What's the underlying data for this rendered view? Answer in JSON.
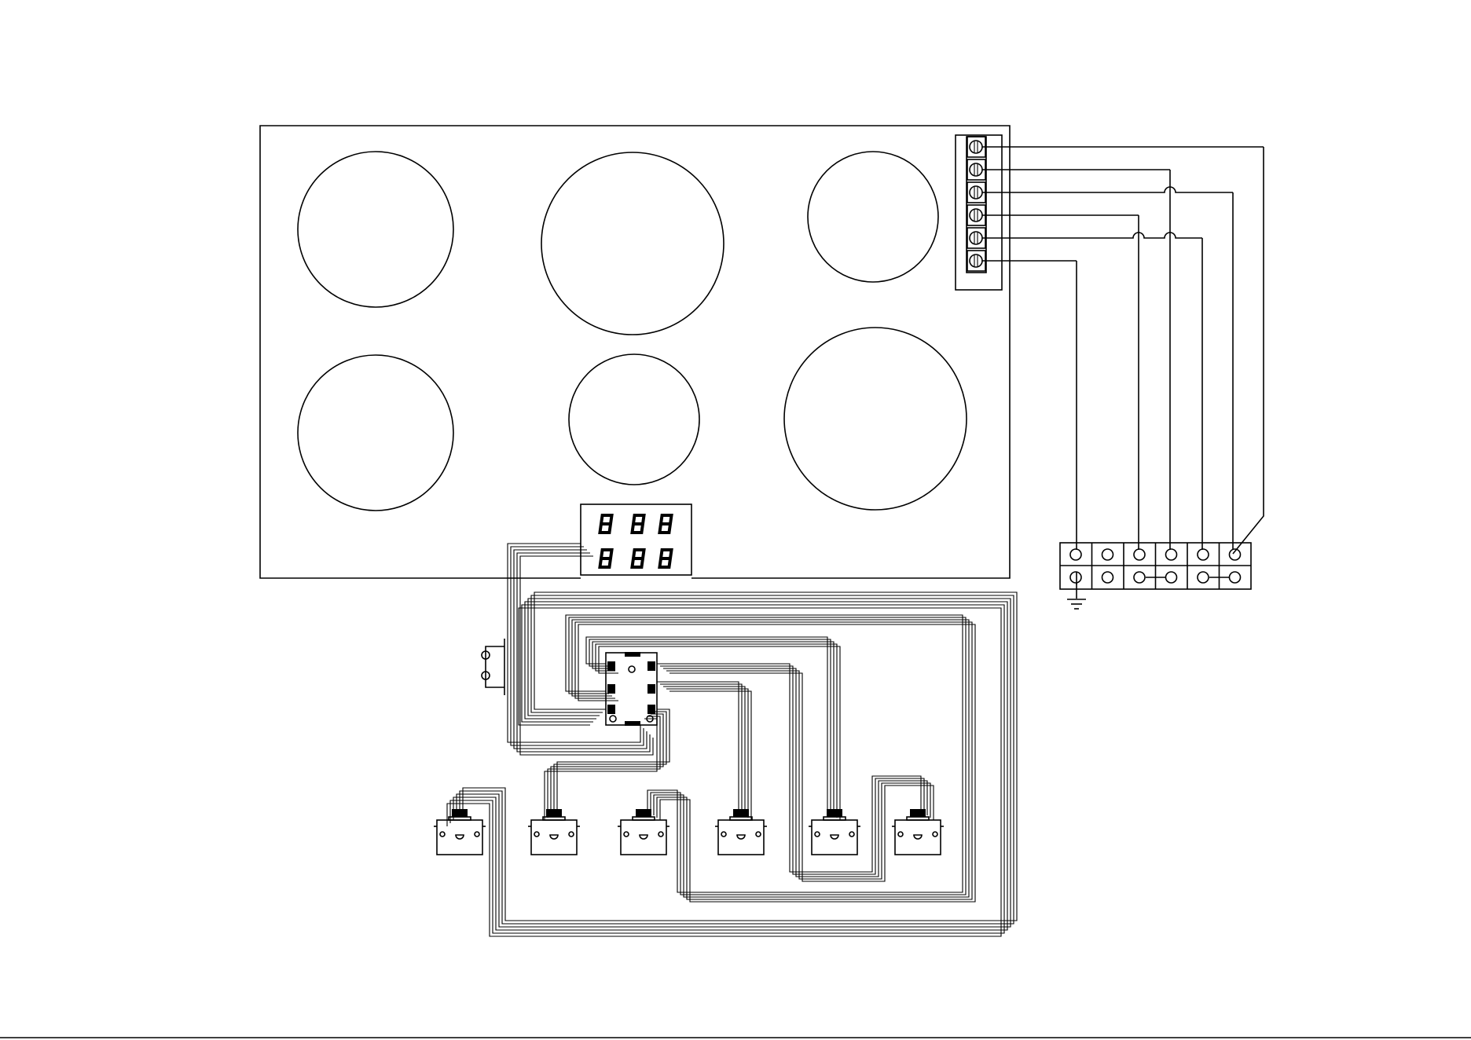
{
  "diagram": {
    "kind": "wiring-diagram",
    "subject": "six-zone-cooktop",
    "colors": {
      "line": "#000000",
      "background": "#ffffff"
    },
    "cooktop": {
      "burners": [
        {
          "id": "rear-left",
          "size": "medium"
        },
        {
          "id": "rear-center",
          "size": "large"
        },
        {
          "id": "rear-right",
          "size": "small"
        },
        {
          "id": "front-left",
          "size": "medium"
        },
        {
          "id": "front-center",
          "size": "small"
        },
        {
          "id": "front-right",
          "size": "large"
        }
      ],
      "display_digits": 6
    },
    "terminal_block_screws": 6,
    "supply_terminal_columns": 6,
    "control_modules": 6
  }
}
